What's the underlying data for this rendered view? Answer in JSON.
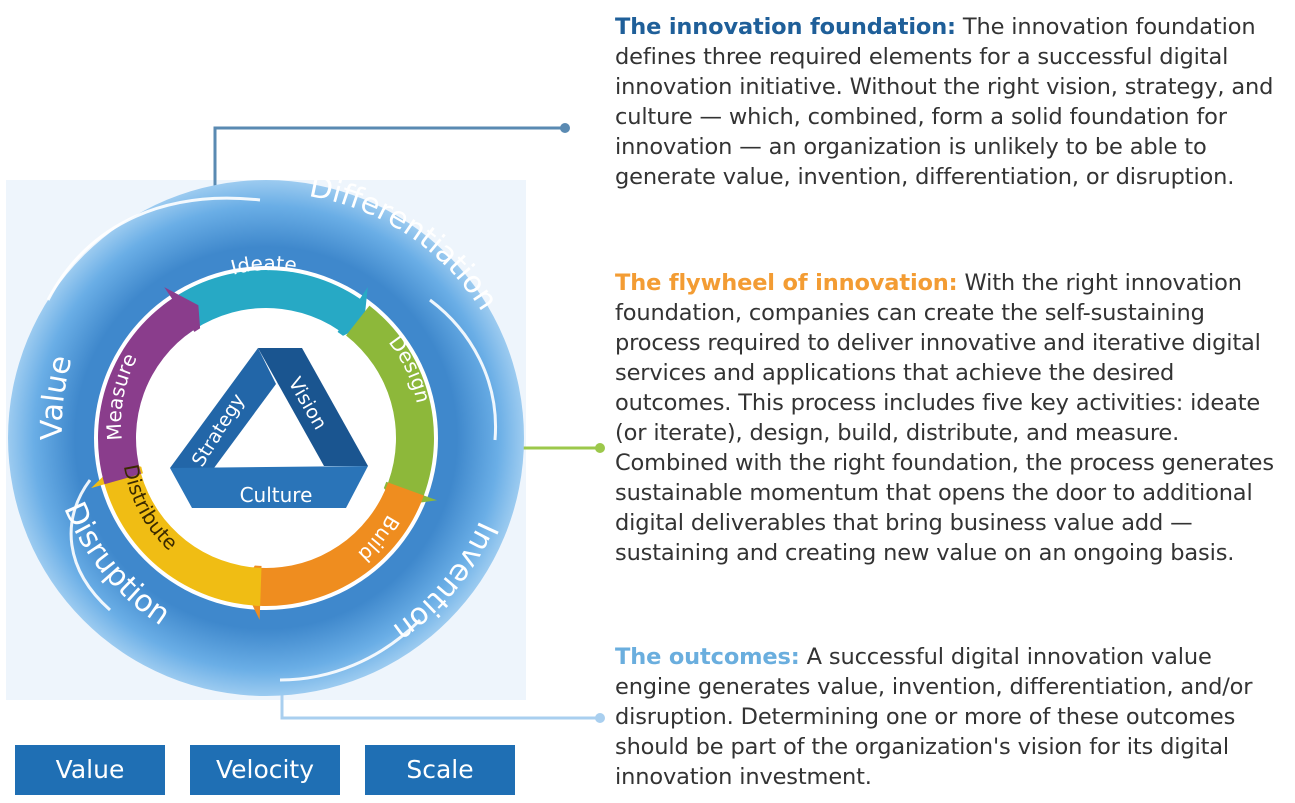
{
  "colors": {
    "foundation_accent": "#1f5f99",
    "flywheel_accent": "#f39c33",
    "outcomes_accent": "#6aaede",
    "outer_ring": "#5e9fd9",
    "triangle": "#1f5f99",
    "pill_background": "#1f6fb4"
  },
  "outcome_labels": [
    "Value",
    "Differentiation",
    "Invention",
    "Disruption"
  ],
  "activities": [
    {
      "label": "Ideate",
      "color": "#27a9c5"
    },
    {
      "label": "Design",
      "color": "#8db83a"
    },
    {
      "label": "Build",
      "color": "#ef8d1f"
    },
    {
      "label": "Distribute",
      "color": "#f0bd14"
    },
    {
      "label": "Measure",
      "color": "#8a3d8c"
    }
  ],
  "foundation_labels": [
    "Strategy",
    "Vision",
    "Culture"
  ],
  "sections": [
    {
      "heading": "The innovation foundation:",
      "body": " The innovation foundation defines three required elements for a successful digital innovation initiative. Without the right vision, strategy, and culture — which, combined, form a solid foundation for innovation — an organization is unlikely to be able to generate value, invention, differentiation, or disruption."
    },
    {
      "heading": "The flywheel of innovation:",
      "body": " With the right innovation foundation, companies can create the self-sustaining process required to deliver innovative and iterative digital services and applications that achieve the desired outcomes. This process includes five key activities: ideate (or iterate), design, build, distribute, and measure. Combined with the right foundation, the process generates sustainable momentum that opens the door to additional digital deliverables that bring business value add — sustaining and creating new value on an ongoing basis."
    },
    {
      "heading": "The outcomes:",
      "body": " A successful digital innovation value engine generates value, invention, differentiation, and/or disruption. Determining one or more of these outcomes should be part of the organization's vision for its digital innovation investment."
    }
  ],
  "pills": [
    "Value",
    "Velocity",
    "Scale"
  ]
}
